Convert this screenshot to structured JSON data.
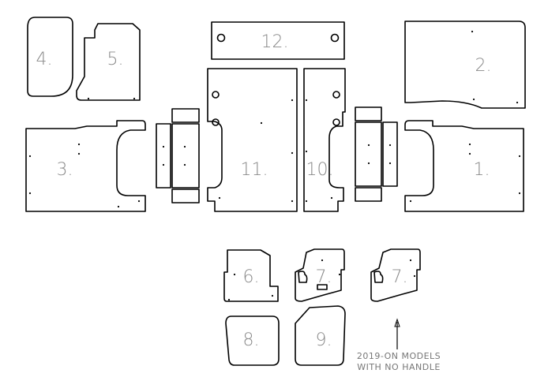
{
  "panels": {
    "p1": "1.",
    "p2": "2.",
    "p3": "3.",
    "p4": "4.",
    "p5": "5.",
    "p6": "6.",
    "p7a": "7.",
    "p7b": "7.",
    "p8": "8.",
    "p9": "9.",
    "p10": "10.",
    "p11": "11.",
    "p12": "12."
  },
  "note": {
    "line1": "2019-ON MODELS",
    "line2": "WITH NO HANDLE"
  },
  "colors": {
    "outline": "#000000",
    "label": "#8a8a8a"
  }
}
